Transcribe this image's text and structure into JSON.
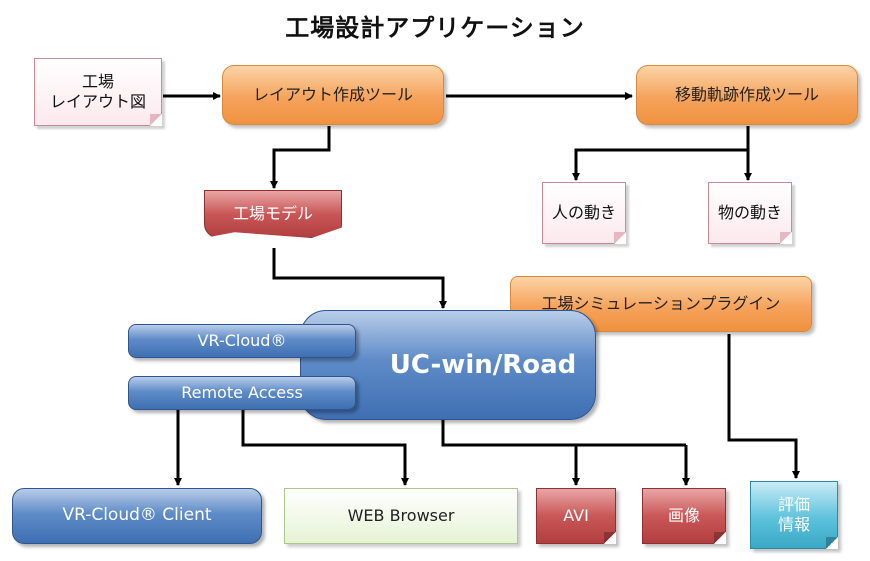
{
  "title": "工場設計アプリケーション",
  "nodes": {
    "factory_layout": {
      "line1": "工場",
      "line2": "レイアウト図"
    },
    "layout_tool": "レイアウト作成ツール",
    "trajectory_tool": "移動軌跡作成ツール",
    "factory_model": "工場モデル",
    "human_motion": "人の動き",
    "object_motion": "物の動き",
    "simulation_plugin": "工場シミュレーションプラグイン",
    "uc_win_road": "UC-win/Road",
    "vr_cloud": "VR-Cloud®",
    "remote_access": "Remote Access",
    "vr_cloud_client": "VR-Cloud® Client",
    "web_browser": "WEB Browser",
    "avi": "AVI",
    "image": "画像",
    "evaluation": {
      "line1": "評価",
      "line2": "情報"
    }
  }
}
